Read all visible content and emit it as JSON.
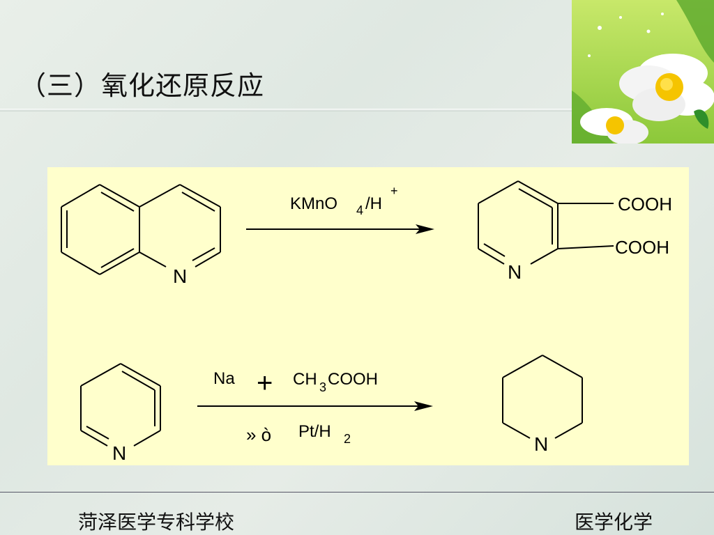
{
  "slide": {
    "title": "（三）氧化还原反应"
  },
  "reactions": {
    "r1": {
      "reactant_atom": "N",
      "product_atom": "N",
      "reagent_main": "KMnO",
      "reagent_sub": "4",
      "reagent_rest": "/H",
      "reagent_sup": "+",
      "group1": "COOH",
      "group2": "COOH"
    },
    "r2": {
      "reactant_atom": "N",
      "product_atom": "N",
      "reagent_na": "Na",
      "plus": "+",
      "reagent_acid_a": "CH",
      "reagent_acid_sub": "3",
      "reagent_acid_b": "COOH",
      "or_text": "» ò",
      "catalyst_main": "Pt/H",
      "catalyst_sub": "2"
    }
  },
  "footer": {
    "left": "菏泽医学专科学校",
    "right": "医学化学"
  },
  "colors": {
    "panel": "#ffffcc",
    "accent_green": "#8dc63f"
  }
}
